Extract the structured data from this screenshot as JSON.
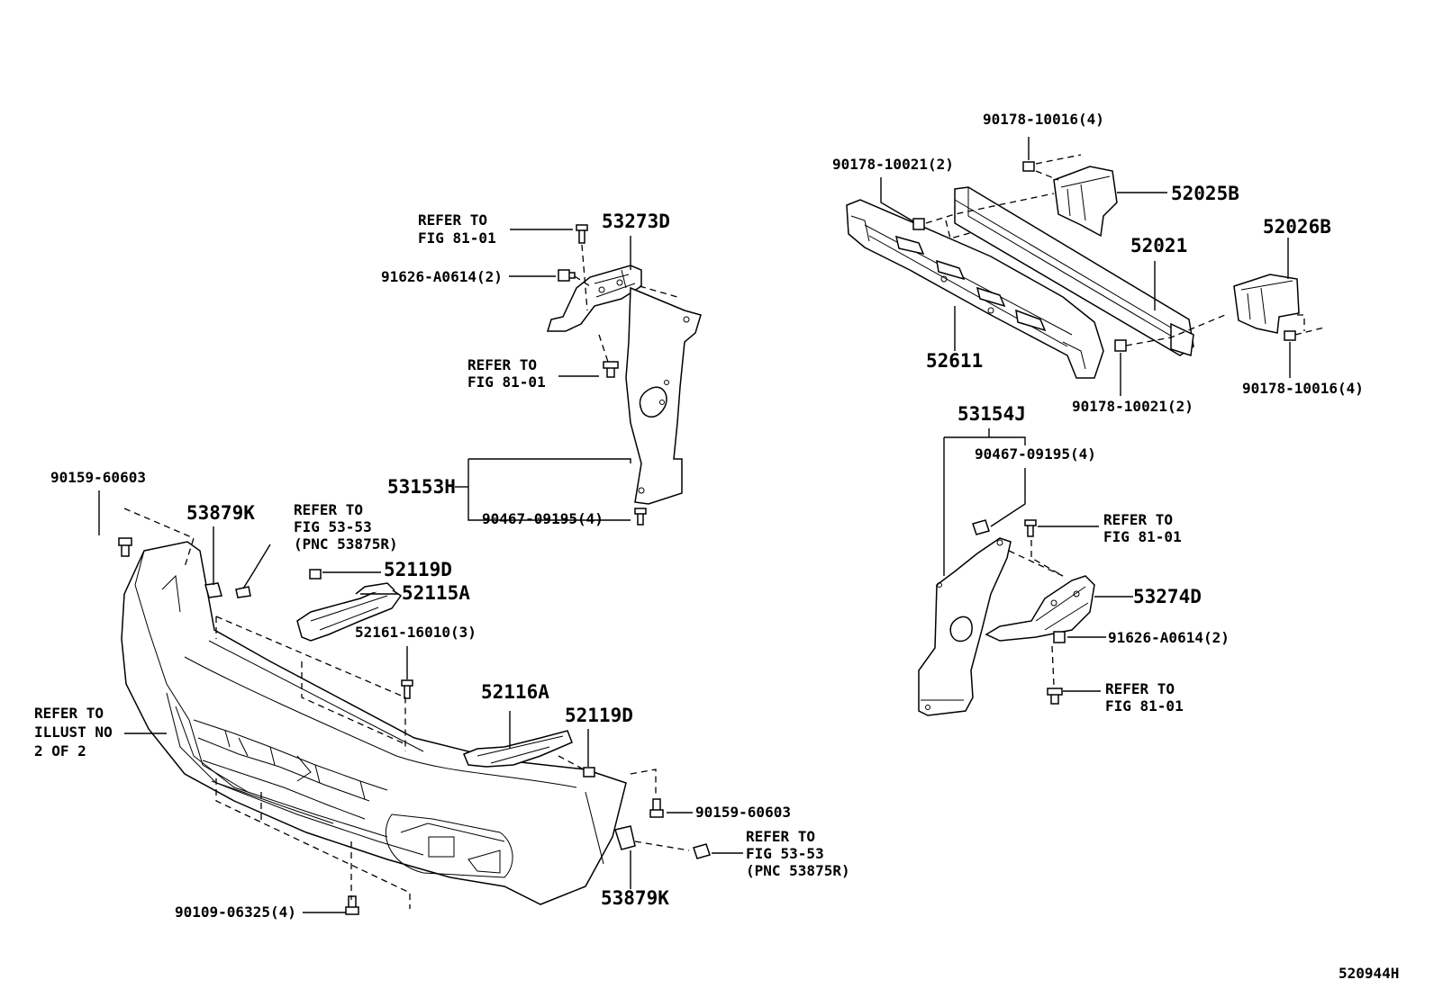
{
  "diagram": {
    "figure_code": "520944H",
    "labels": {
      "p53273D": "53273D",
      "ref_a1": "REFER TO",
      "ref_a2": "FIG 81-01",
      "p91626a": "91626-A0614(2)",
      "ref_b1": "REFER TO",
      "ref_b2": "FIG 81-01",
      "p53153H": "53153H",
      "p90467a": "90467-09195(4)",
      "p90159a": "90159-60603",
      "p53879Ka": "53879K",
      "ref_c1": "REFER TO",
      "ref_c2": "FIG 53-53",
      "ref_c3": "(PNC 53875R)",
      "p52119Da": "52119D",
      "p52115A": "52115A",
      "p52161": "52161-16010(3)",
      "ref_d1": "REFER TO",
      "ref_d2": "ILLUST NO",
      "ref_d3": "2 OF 2",
      "p52116A": "52116A",
      "p52119Db": "52119D",
      "p90159b": "90159-60603",
      "ref_e1": "REFER TO",
      "ref_e2": "FIG 53-53",
      "ref_e3": "(PNC 53875R)",
      "p53879Kb": "53879K",
      "p90109": "90109-06325(4)",
      "p90178_16_top": "90178-10016(4)",
      "p90178_21_left": "90178-10021(2)",
      "p52025B": "52025B",
      "p52021": "52021",
      "p52026B": "52026B",
      "p52611": "52611",
      "p90178_21_bottom": "90178-10021(2)",
      "p90178_16_right": "90178-10016(4)",
      "p53154J": "53154J",
      "p90467b": "90467-09195(4)",
      "ref_f1": "REFER TO",
      "ref_f2": "FIG 81-01",
      "p53274D": "53274D",
      "p91626b": "91626-A0614(2)",
      "ref_g1": "REFER TO",
      "ref_g2": "FIG 81-01"
    }
  }
}
